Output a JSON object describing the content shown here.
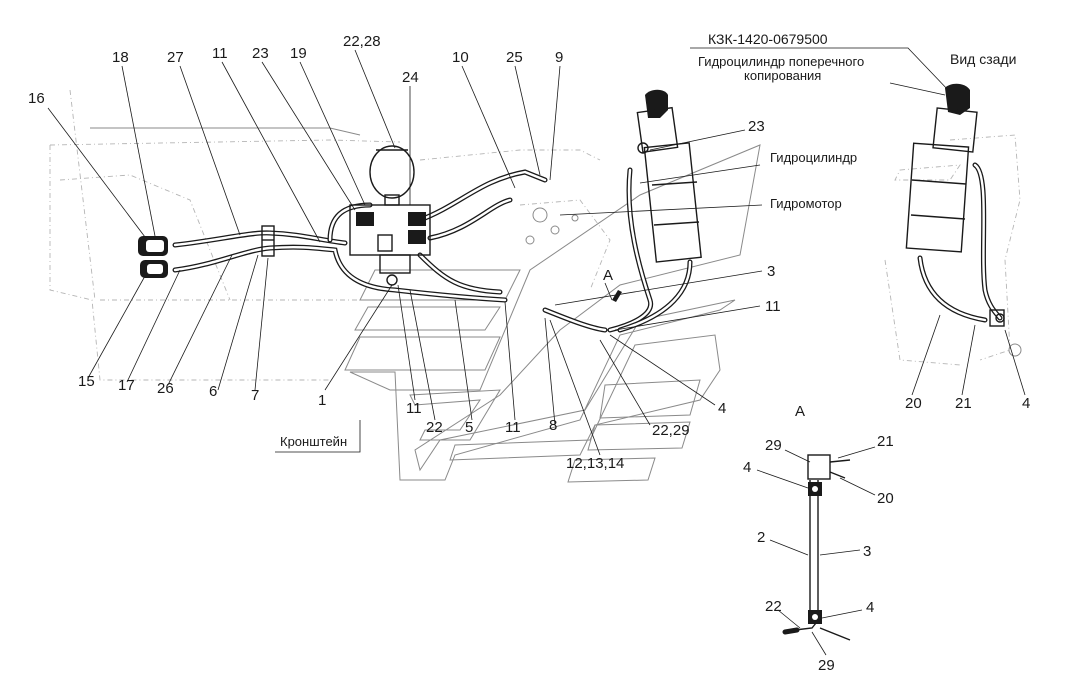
{
  "captions": {
    "part_number": "КЗК-1420-0679500",
    "cyl_line1": "Гидроцилиндр поперечного",
    "cyl_line2": "копирования",
    "rear_view": "Вид сзади",
    "hydro_cylinder": "Гидроцилиндр",
    "hydro_motor": "Гидромотор",
    "bracket": "Кронштейн",
    "view_a_marker": "А",
    "view_a_title": "А"
  },
  "labels": {
    "l16": "16",
    "l18": "18",
    "l27": "27",
    "l11_top": "11",
    "l23_top": "23",
    "l19": "19",
    "l22_28": "22,28",
    "l24": "24",
    "l10": "10",
    "l25": "25",
    "l9": "9",
    "l23_cyl": "23",
    "l3": "3",
    "l11_right": "11",
    "l4_mid": "4",
    "l22_29": "22,29",
    "l12_13_14": "12,13,14",
    "l8": "8",
    "l11_b1": "11",
    "l11_b2": "11",
    "l5": "5",
    "l22_bot": "22",
    "l1": "1",
    "l7": "7",
    "l6": "6",
    "l26": "26",
    "l17": "17",
    "l15": "15",
    "l20_rear": "20",
    "l21_rear": "21",
    "l4_rear": "4",
    "a29_top": "29",
    "a21": "21",
    "a4_top": "4",
    "a20": "20",
    "a2": "2",
    "a3": "3",
    "a22": "22",
    "a4_bot": "4",
    "a29_bot": "29"
  }
}
